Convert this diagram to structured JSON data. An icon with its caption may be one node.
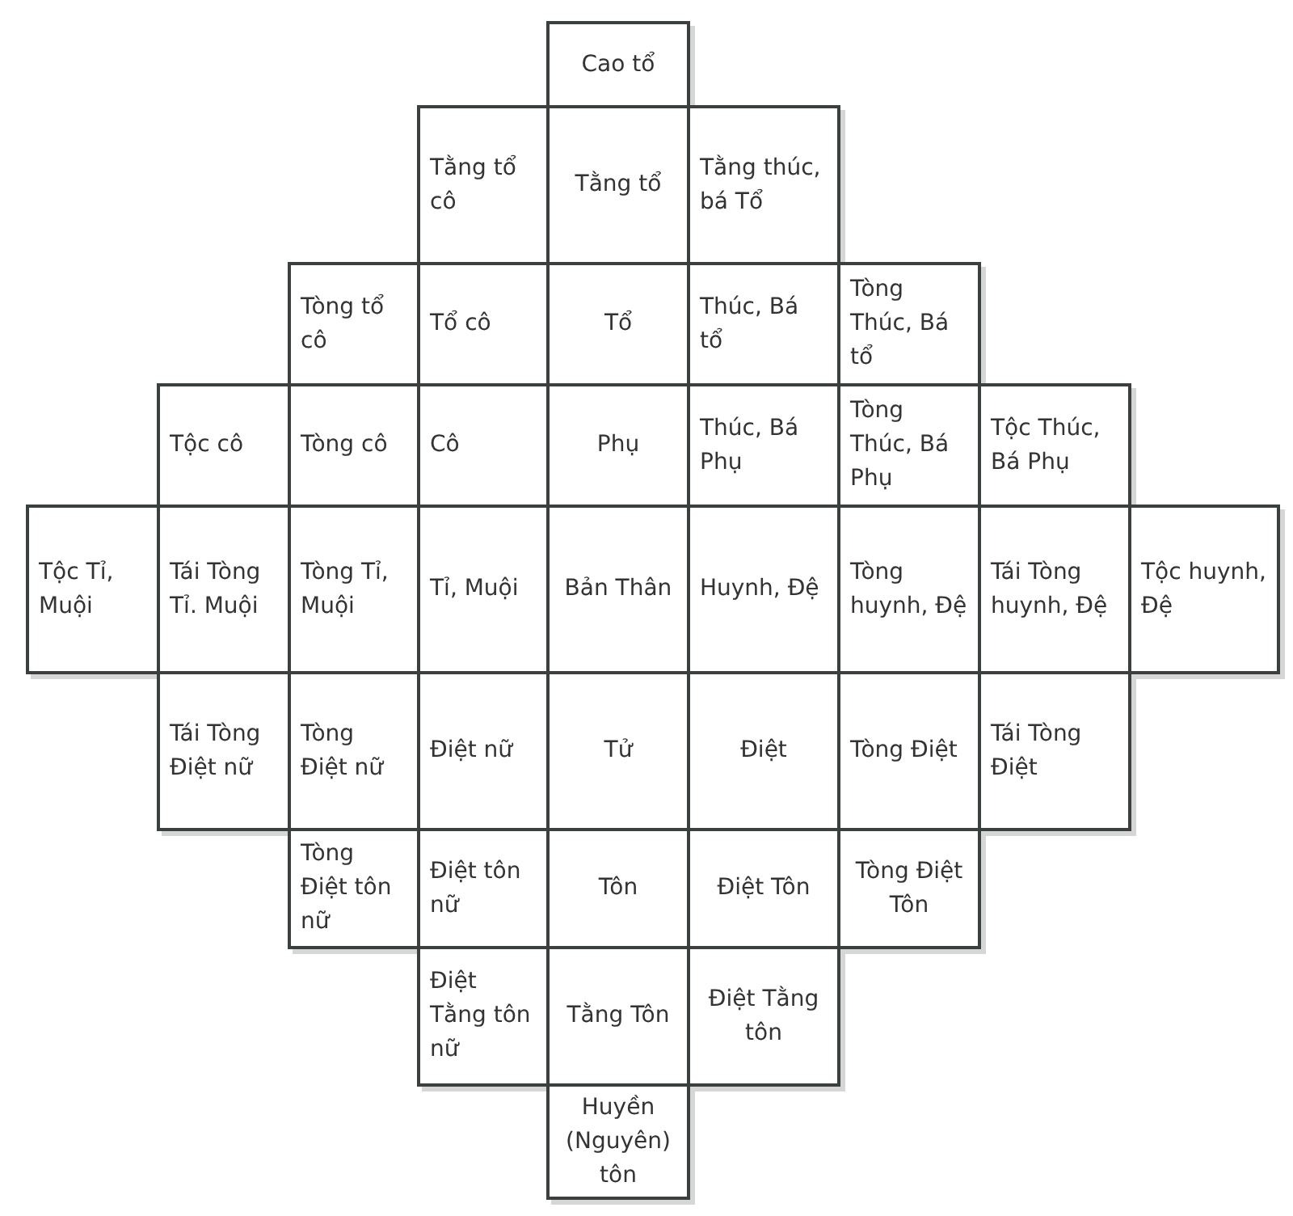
{
  "diagram": {
    "nodes": [
      {
        "text": [
          "Cao tổ"
        ]
      },
      {
        "text": [
          "Tằng tổ cô"
        ]
      },
      {
        "text": [
          "Tằng tổ"
        ]
      },
      {
        "text": [
          "Tằng thúc, bá Tổ"
        ]
      },
      {
        "text": [
          "Tòng tổ cô"
        ]
      },
      {
        "text": [
          "Tổ cô"
        ]
      },
      {
        "text": [
          "Tổ"
        ]
      },
      {
        "text": [
          "Thúc, Bá tổ"
        ]
      },
      {
        "text": [
          "Tòng Thúc, Bá tổ"
        ]
      },
      {
        "text": [
          "Tộc cô"
        ]
      },
      {
        "text": [
          "Tòng cô"
        ]
      },
      {
        "text": [
          "Cô"
        ]
      },
      {
        "text": [
          "Phụ"
        ]
      },
      {
        "text": [
          "Thúc, Bá Phụ"
        ]
      },
      {
        "text": [
          "Tòng Thúc, Bá Phụ"
        ]
      },
      {
        "text": [
          "Tộc Thúc, Bá Phụ"
        ]
      },
      {
        "text": [
          "Tộc Tỉ, Muội"
        ]
      },
      {
        "text": [
          "Tái Tòng Tỉ. Muội"
        ]
      },
      {
        "text": [
          "Tòng Tỉ, Muội"
        ]
      },
      {
        "text": [
          "Tỉ, Muội"
        ]
      },
      {
        "text": [
          "Bản Thân"
        ]
      },
      {
        "text": [
          "Huynh, Đệ"
        ]
      },
      {
        "text": [
          "Tòng huynh, Đệ"
        ]
      },
      {
        "text": [
          "Tái Tòng huynh, Đệ"
        ]
      },
      {
        "text": [
          "Tộc huynh, Đệ"
        ]
      },
      {
        "text": [
          "Tái Tòng Điệt nữ"
        ]
      },
      {
        "text": [
          "Tòng Điệt nữ"
        ]
      },
      {
        "text": [
          "Điệt nữ"
        ]
      },
      {
        "text": [
          "Tử"
        ]
      },
      {
        "text": [
          "Điệt"
        ]
      },
      {
        "text": [
          "Tòng Điệt"
        ]
      },
      {
        "text": [
          "Tái Tòng Điệt"
        ]
      },
      {
        "text": [
          "Tòng Điệt tôn nữ"
        ]
      },
      {
        "text": [
          "Điệt tôn nữ"
        ]
      },
      {
        "text": [
          "Tôn"
        ]
      },
      {
        "text": [
          "Điệt Tôn"
        ]
      },
      {
        "text": [
          "Tòng Điệt Tôn"
        ]
      },
      {
        "text": [
          "Điệt Tằng tôn nữ"
        ]
      },
      {
        "text": [
          "Tằng Tôn"
        ]
      },
      {
        "text": [
          "Điệt Tằng tôn"
        ]
      },
      {
        "text": [
          "Huyền (Nguyên) tôn"
        ]
      }
    ]
  }
}
